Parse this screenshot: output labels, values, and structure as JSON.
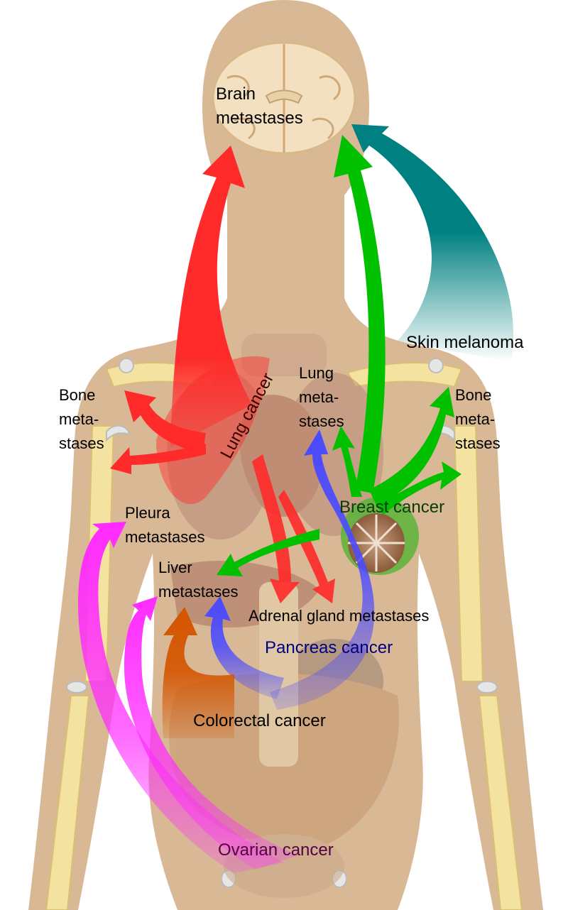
{
  "labels": {
    "brain": [
      "Brain",
      "metastases"
    ],
    "skin_melanoma": "Skin melanoma",
    "bone_left": [
      "Bone",
      "meta-",
      "stases"
    ],
    "bone_right": [
      "Bone",
      "meta-",
      "stases"
    ],
    "lung_meta": [
      "Lung",
      "meta-",
      "stases"
    ],
    "lung_cancer": "Lung cancer",
    "breast_cancer": "Breast cancer",
    "pleura": [
      "Pleura",
      "metastases"
    ],
    "liver": [
      "Liver",
      "metastases"
    ],
    "adrenal": "Adrenal gland metastases",
    "pancreas_cancer": "Pancreas cancer",
    "colorectal_cancer": "Colorectal cancer",
    "ovarian_cancer": "Ovarian cancer"
  },
  "colors": {
    "lung": "#ff2a2a",
    "breast": "#00c000",
    "skin": "#008080",
    "pancreas": "#4a4aff",
    "colorectal": "#d45500",
    "ovarian": "#ff2aff",
    "skin_tone": "#d9b896",
    "bone": "#f3e2a0",
    "text_default": "#000000",
    "text_breast": "#0a3a0a",
    "text_pancreas": "#000080",
    "text_ovarian": "#550044"
  }
}
